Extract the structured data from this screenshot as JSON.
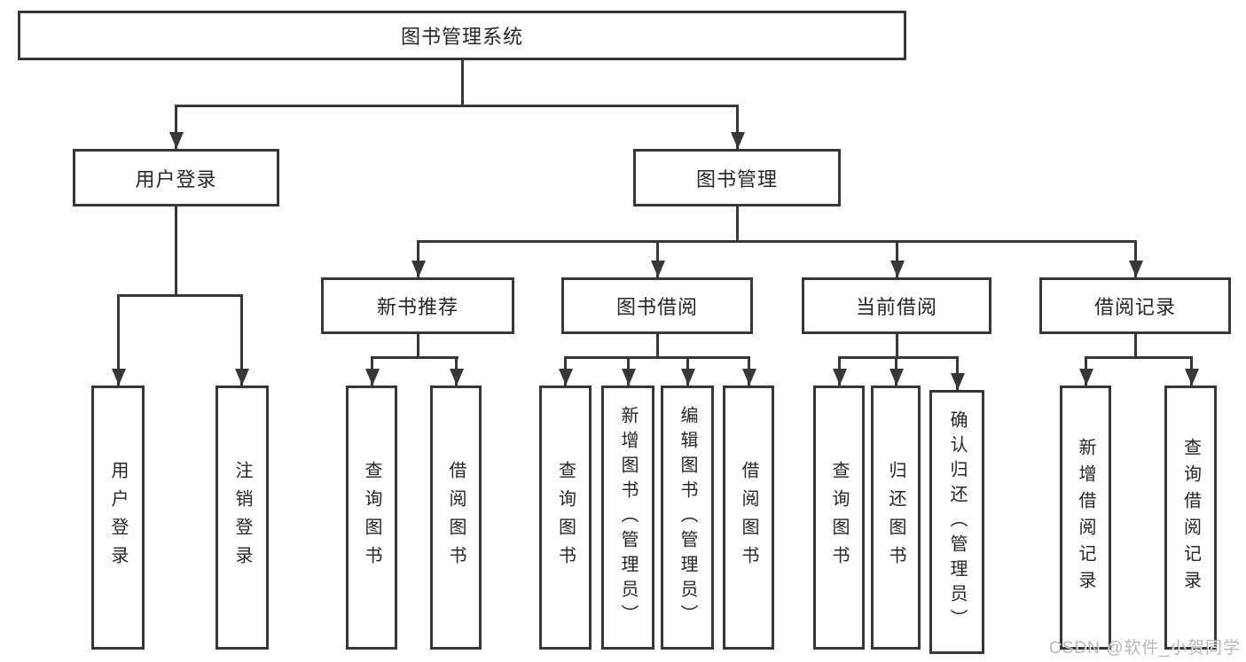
{
  "diagram": {
    "title": "图书管理系统",
    "root": {
      "label": "图书管理系统"
    },
    "level2": [
      {
        "label": "用户登录"
      },
      {
        "label": "图书管理"
      }
    ],
    "level3": [
      {
        "label": "新书推荐"
      },
      {
        "label": "图书借阅"
      },
      {
        "label": "当前借阅"
      },
      {
        "label": "借阅记录"
      }
    ],
    "leaves": {
      "user_login": [
        "用户登录",
        "注销登录"
      ],
      "new_book": [
        "查询图书",
        "借阅图书"
      ],
      "book_borrow": [
        "查询图书",
        "新增图书（管理员）",
        "编辑图书（管理员）",
        "借阅图书"
      ],
      "current_borrow": [
        "查询图书",
        "归还图书",
        "确认归还（管理员）"
      ],
      "borrow_record": [
        "新增借阅记录",
        "查询借阅记录"
      ]
    }
  },
  "watermark": {
    "text": "CSDN @软件_小贺同学"
  },
  "colors": {
    "line": "#373737",
    "text": "#262626",
    "background": "#ffffff",
    "watermark": "#a0a0a0"
  }
}
